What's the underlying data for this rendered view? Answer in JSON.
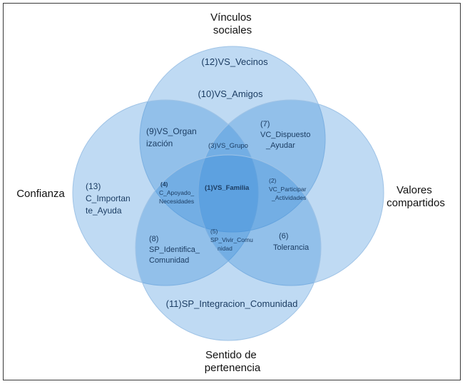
{
  "outer_labels": {
    "top": [
      "Vínculos",
      "sociales"
    ],
    "left": [
      "Confianza"
    ],
    "right": [
      "Valores",
      "compartidos"
    ],
    "bottom": [
      "Sentido de",
      "pertenencia"
    ]
  },
  "regions": {
    "vs_vecinos": [
      "(12)VS_Vecinos"
    ],
    "vs_amigos": [
      "(10)VS_Amigos"
    ],
    "vs_organizacion": [
      "(9)VS_Organ",
      "ización"
    ],
    "vs_grupo": [
      "(3)VS_Grupo"
    ],
    "vc_dispuesto": [
      "(7)",
      "VC_Dispuesto",
      "_Ayudar"
    ],
    "c_importante": [
      "(13)",
      "C_Importan",
      "te_Ayuda"
    ],
    "c_apoyado": [
      "(4)",
      "C_Apoyado_",
      "Necesidades"
    ],
    "vs_familia": [
      "(1)VS_Familia"
    ],
    "vc_participar": [
      "(2)",
      "VC_Participar",
      "_Actividades"
    ],
    "sp_identifica": [
      "(8)",
      "SP_Identifica_",
      "Comunidad"
    ],
    "sp_vivir": [
      "(5)",
      "SP_Vivir_Comu",
      "nidad"
    ],
    "tolerancia": [
      "(6)",
      "Tolerancia"
    ],
    "sp_integracion": [
      "(11)SP_Integracion_Comunidad"
    ]
  },
  "colors": {
    "circle_fill": "#2b86d6",
    "circle_stroke": "#9fc3e6",
    "text_inside": "#1c3d63",
    "text_outside": "#111111",
    "frame": "#3a3a3a"
  }
}
